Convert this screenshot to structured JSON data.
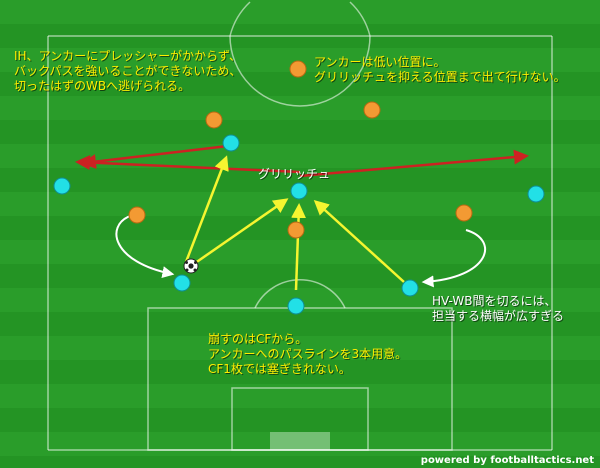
{
  "annotations": {
    "ih_note": [
      "IH、アンカーにプレッシャーがかからず、",
      "バックパスを強いることができないため、",
      "切ったはずのWBへ逃げられる。"
    ],
    "anchor_note": [
      "アンカーは低い位置に。",
      "グリリッチュを抑える位置まで出て行けない。"
    ],
    "player_label": "グリリッチュ",
    "hv_wb_note": [
      "HV-WB間を切るには、",
      "担当する横幅が広すぎる"
    ],
    "cf_note": [
      "崩すのはCFから。",
      "アンカーへのパスラインを3本用意。",
      "CF1枚では塞ぎきれない。"
    ]
  },
  "credit": "powered by footballtactics.net",
  "colors": {
    "cyan_team": "#22e0e6",
    "orange_team": "#f39a33",
    "pass_arrow": "#f5f530",
    "run_arrow": "#cc2222",
    "text_yellow": "#ffee00"
  }
}
